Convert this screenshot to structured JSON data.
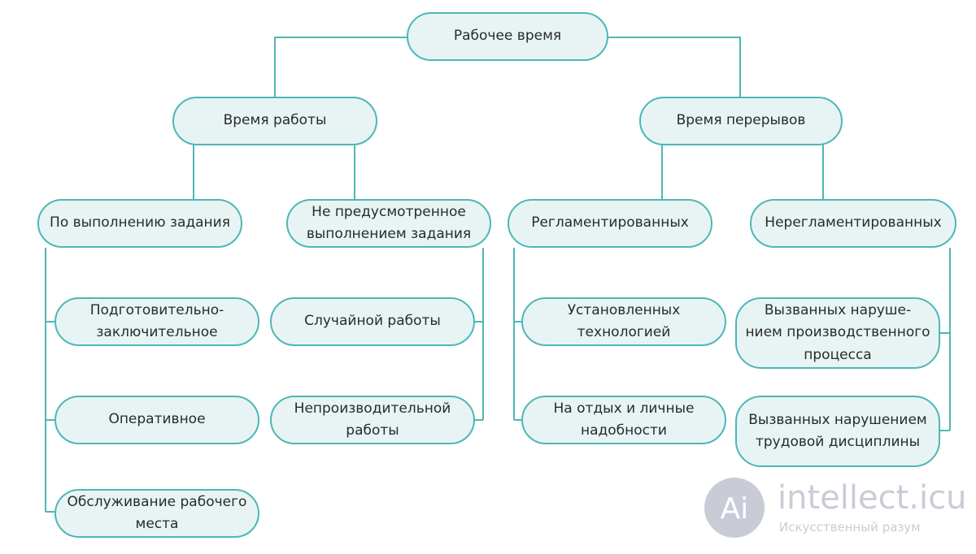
{
  "diagram": {
    "root": "Рабочее время",
    "branches": {
      "work_time": {
        "label": "Время работы",
        "task_work": {
          "label": "По выполнению задания",
          "items": [
            "Подготовительно-\nзаключительное",
            "Оперативное",
            "Обслуживание рабочего\nместа"
          ]
        },
        "non_task_work": {
          "label": "Не предусмотренное\nвыполнением задания",
          "items": [
            "Случайной работы",
            "Непроизводительной\nработы"
          ]
        }
      },
      "break_time": {
        "label": "Время перерывов",
        "regulated": {
          "label": "Регламентированных",
          "items": [
            "Установленных\nтехнологией",
            "На отдых и личные\nнадобности"
          ]
        },
        "unregulated": {
          "label": "Нерегламентированных",
          "items": [
            "Вызванных наруше-\nнием производственного\nпроцесса",
            "Вызванных нарушением\nтрудовой дисциплины"
          ]
        }
      }
    }
  },
  "watermark": {
    "name": "intellect.icu",
    "tagline": "Искусственный разум",
    "logo_text": "Ai"
  },
  "colors": {
    "node_fill": "#e8f4f4",
    "node_border": "#4fb6b6",
    "connector": "#4fb6b6",
    "text": "#2a2a2a",
    "watermark": "#c9ccd6"
  }
}
